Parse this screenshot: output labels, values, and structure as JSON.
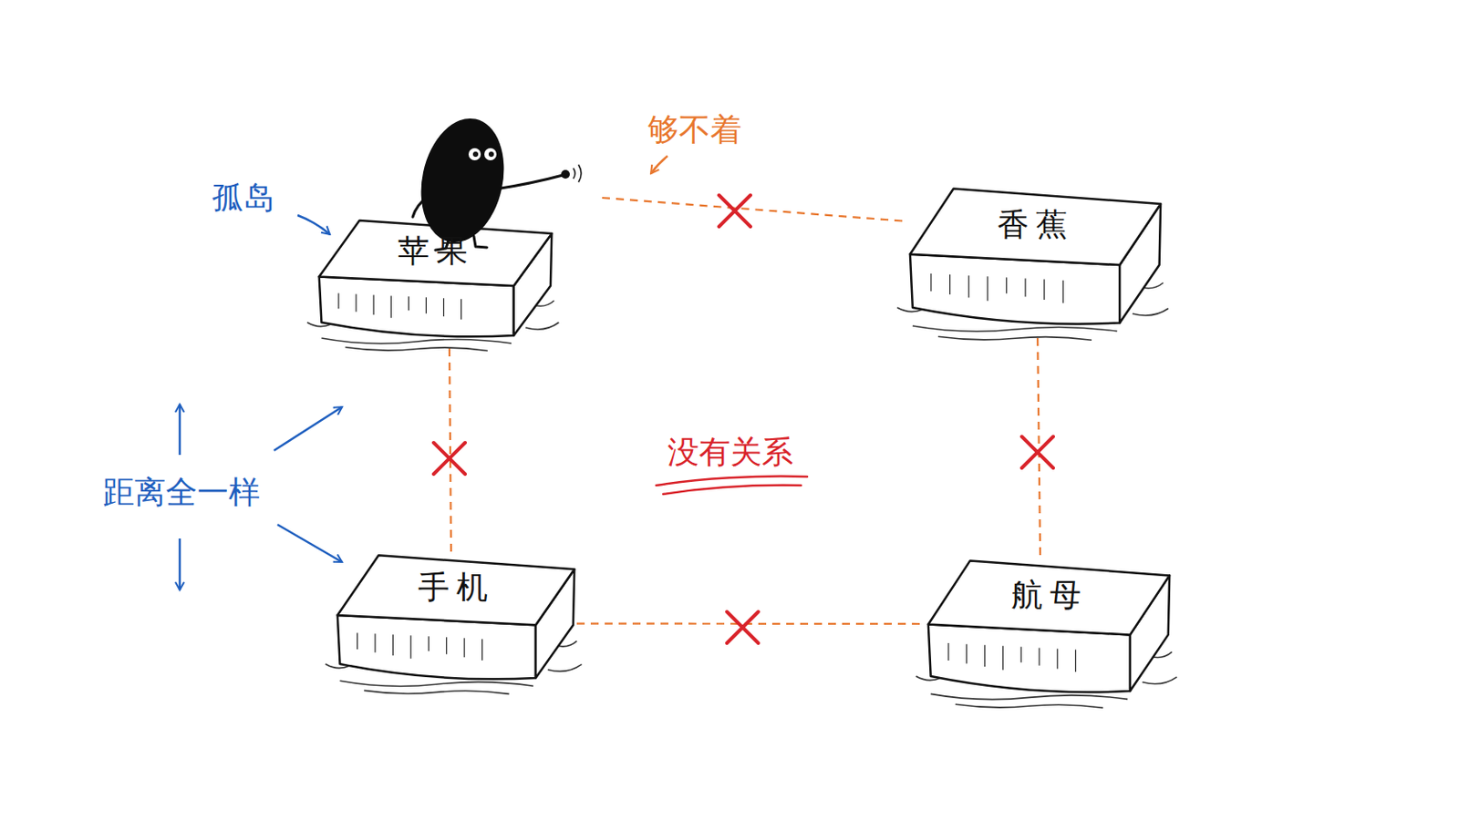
{
  "diagram": {
    "nodes": [
      {
        "text": [
          "苹果"
        ]
      },
      {
        "text": [
          "香蕉"
        ]
      },
      {
        "text": [
          "手机"
        ]
      },
      {
        "text": [
          "航母"
        ]
      }
    ],
    "edges": [
      {
        "from": 0,
        "to": 1,
        "arrow": "none"
      },
      {
        "from": 0,
        "to": 2,
        "arrow": "none"
      },
      {
        "from": 1,
        "to": 3,
        "arrow": "none"
      },
      {
        "from": 2,
        "to": 3,
        "arrow": "none"
      }
    ],
    "labels": [
      "孤岛",
      "够不着",
      "距离全一样",
      "没有关系"
    ]
  }
}
